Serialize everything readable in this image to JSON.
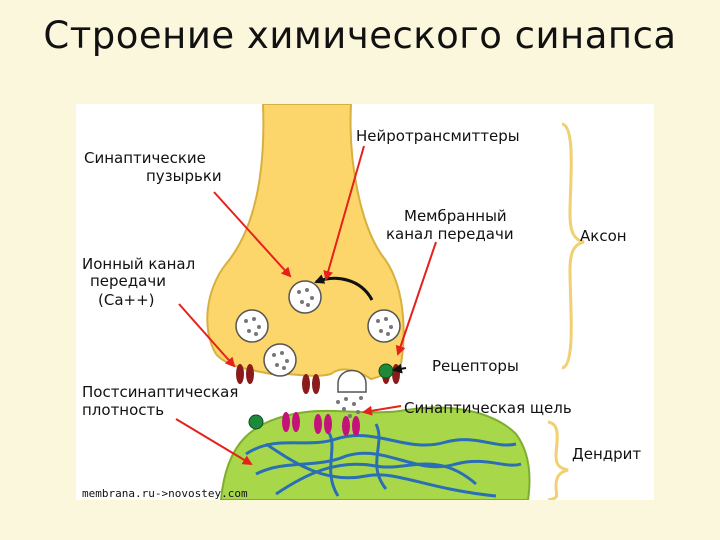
{
  "title": "Строение химического синапса",
  "labels": {
    "vesicles_line1": "Синаптические",
    "vesicles_line2": "пузырьки",
    "neurotransmitters": "Нейротрансмиттеры",
    "membrane_channel_line1": "Мембранный",
    "membrane_channel_line2": "канал передачи",
    "axon": "Аксон",
    "ion_channel_line1": "Ионный канал",
    "ion_channel_line2": "передачи",
    "ion_channel_line3": "(Ca++)",
    "receptors": "Рецепторы",
    "postsynaptic_line1": "Постсинаптическая",
    "postsynaptic_line2": "плотность",
    "synaptic_cleft": "Синаптическая щель",
    "dendrite": "Дендрит"
  },
  "source": "membrana.ru->novostey.com",
  "colors": {
    "background": "#fbf7dd",
    "axon_fill": "#fcd66a",
    "dendrite_fill": "#a8d84a",
    "arrow": "#e5211c",
    "brace": "#f0d070"
  }
}
